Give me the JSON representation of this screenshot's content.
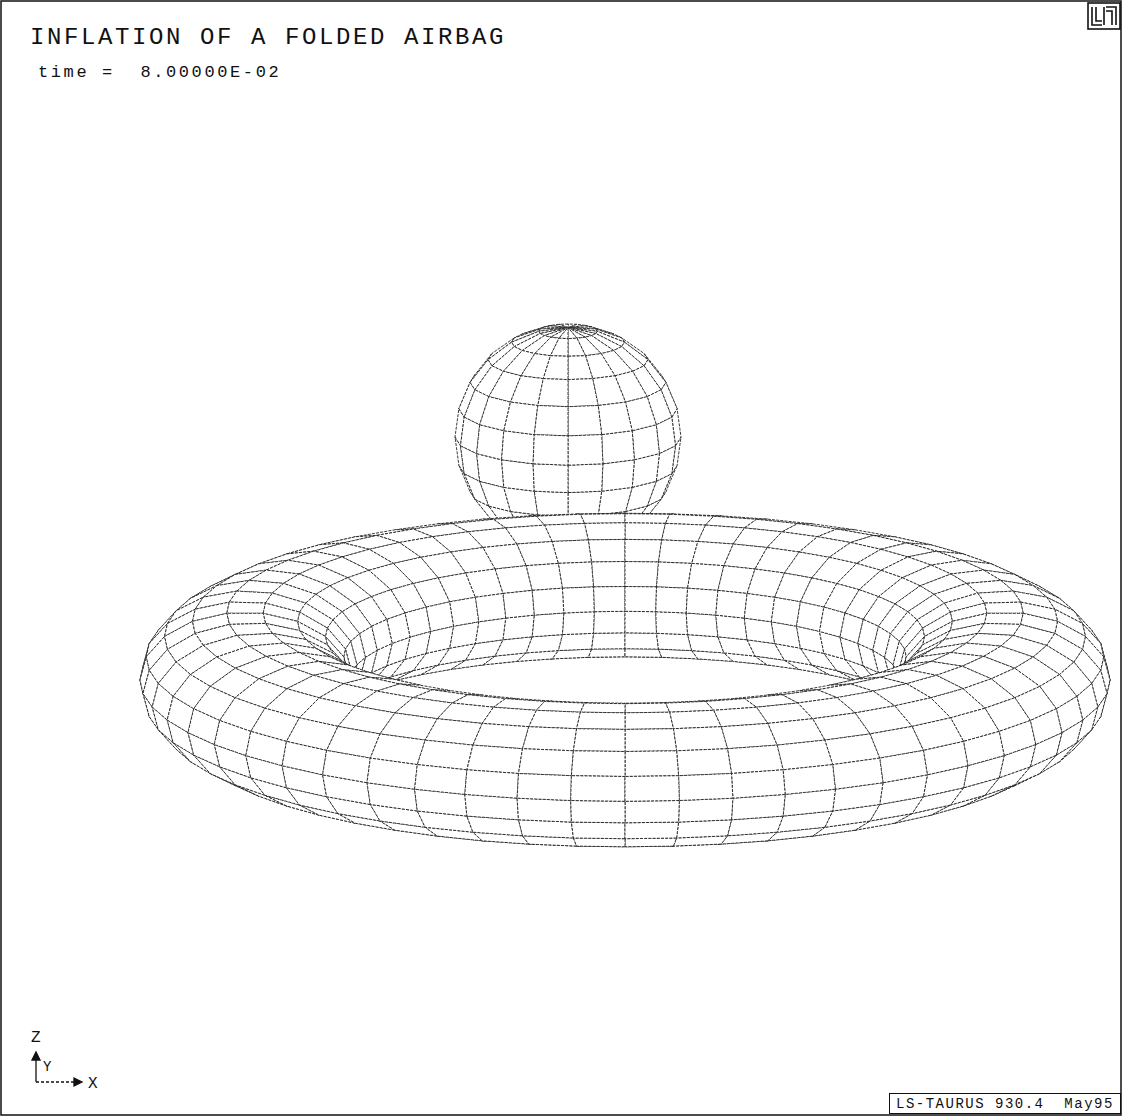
{
  "diagram": {
    "title": "INFLATION OF A FOLDED AIRBAG",
    "nodes": [
      {
        "text": [
          "LS-TAURUS 930.4  May95"
        ]
      }
    ],
    "labels": [
      "time =  8.00000E-02",
      "Z",
      "Y",
      "X"
    ]
  }
}
